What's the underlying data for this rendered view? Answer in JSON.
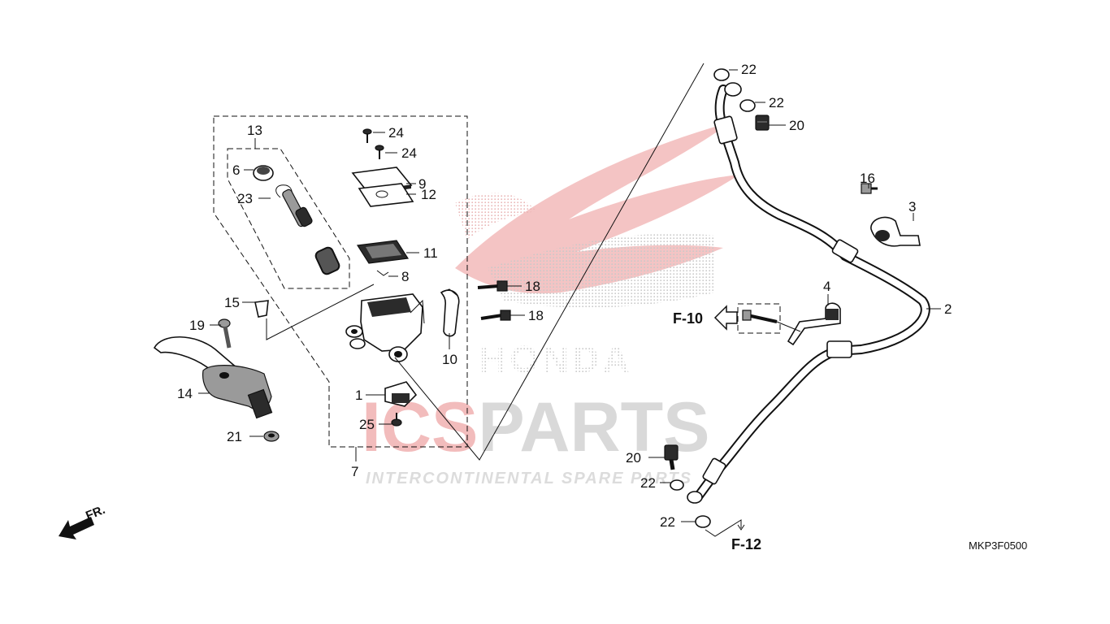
{
  "watermark": {
    "brand_left": "ICS",
    "brand_right": "PARTS",
    "tagline": "INTERCONTINENTAL SPARE PARTS",
    "logo_text": "HONDA"
  },
  "diagram_code": "MKP3F0500",
  "direction_label": "FR.",
  "refs": {
    "f10": "F-10",
    "f12": "F-12"
  },
  "callouts": [
    {
      "id": "c13",
      "label": "13"
    },
    {
      "id": "c6",
      "label": "6"
    },
    {
      "id": "c23",
      "label": "23"
    },
    {
      "id": "c24a",
      "label": "24"
    },
    {
      "id": "c24b",
      "label": "24"
    },
    {
      "id": "c9",
      "label": "9"
    },
    {
      "id": "c12",
      "label": "12"
    },
    {
      "id": "c11",
      "label": "11"
    },
    {
      "id": "c8",
      "label": "8"
    },
    {
      "id": "c15",
      "label": "15"
    },
    {
      "id": "c19",
      "label": "19"
    },
    {
      "id": "c14",
      "label": "14"
    },
    {
      "id": "c21",
      "label": "21"
    },
    {
      "id": "c1",
      "label": "1"
    },
    {
      "id": "c25",
      "label": "25"
    },
    {
      "id": "c7",
      "label": "7"
    },
    {
      "id": "c10",
      "label": "10"
    },
    {
      "id": "c18a",
      "label": "18"
    },
    {
      "id": "c18b",
      "label": "18"
    },
    {
      "id": "c22a",
      "label": "22"
    },
    {
      "id": "c22b",
      "label": "22"
    },
    {
      "id": "c20a",
      "label": "20"
    },
    {
      "id": "c16",
      "label": "16"
    },
    {
      "id": "c3",
      "label": "3"
    },
    {
      "id": "c4",
      "label": "4"
    },
    {
      "id": "c2",
      "label": "2"
    },
    {
      "id": "c20b",
      "label": "20"
    },
    {
      "id": "c22c",
      "label": "22"
    },
    {
      "id": "c22d",
      "label": "22"
    }
  ]
}
